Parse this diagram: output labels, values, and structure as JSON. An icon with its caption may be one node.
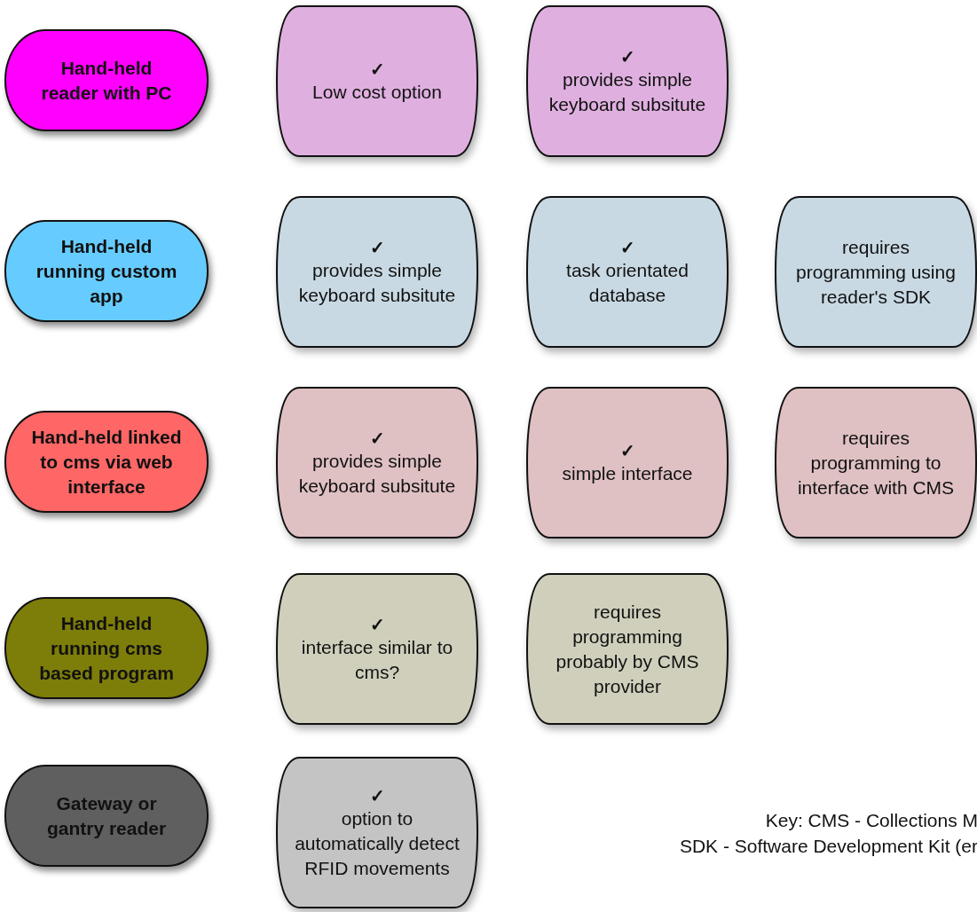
{
  "diagram": {
    "nodes": [
      {
        "text": [
          "Hand-held reader with PC"
        ]
      },
      {
        "text": [
          "✓",
          "Low cost option"
        ]
      },
      {
        "text": [
          "✓",
          "provides simple keyboard subsitute"
        ]
      },
      {
        "text": [
          "Hand-held running custom app"
        ]
      },
      {
        "text": [
          "✓",
          "provides simple keyboard subsitute"
        ]
      },
      {
        "text": [
          "✓",
          "task orientated database"
        ]
      },
      {
        "text": [
          "requires programming using reader's SDK"
        ]
      },
      {
        "text": [
          "Hand-held linked to cms via web interface"
        ]
      },
      {
        "text": [
          "✓",
          "provides simple keyboard subsitute"
        ]
      },
      {
        "text": [
          "✓",
          "simple interface"
        ]
      },
      {
        "text": [
          "requires programming to interface with CMS"
        ]
      },
      {
        "text": [
          "Hand-held running cms based program"
        ]
      },
      {
        "text": [
          "✓",
          "interface similar to cms?"
        ]
      },
      {
        "text": [
          "requires programming probably by CMS provider"
        ]
      },
      {
        "text": [
          "Gateway or gantry reader"
        ]
      },
      {
        "text": [
          "✓",
          "option to automatically detect RFID movements"
        ]
      }
    ],
    "labels": [
      "Key: CMS - Collections M",
      "SDK - Software Development Kit (er"
    ]
  }
}
